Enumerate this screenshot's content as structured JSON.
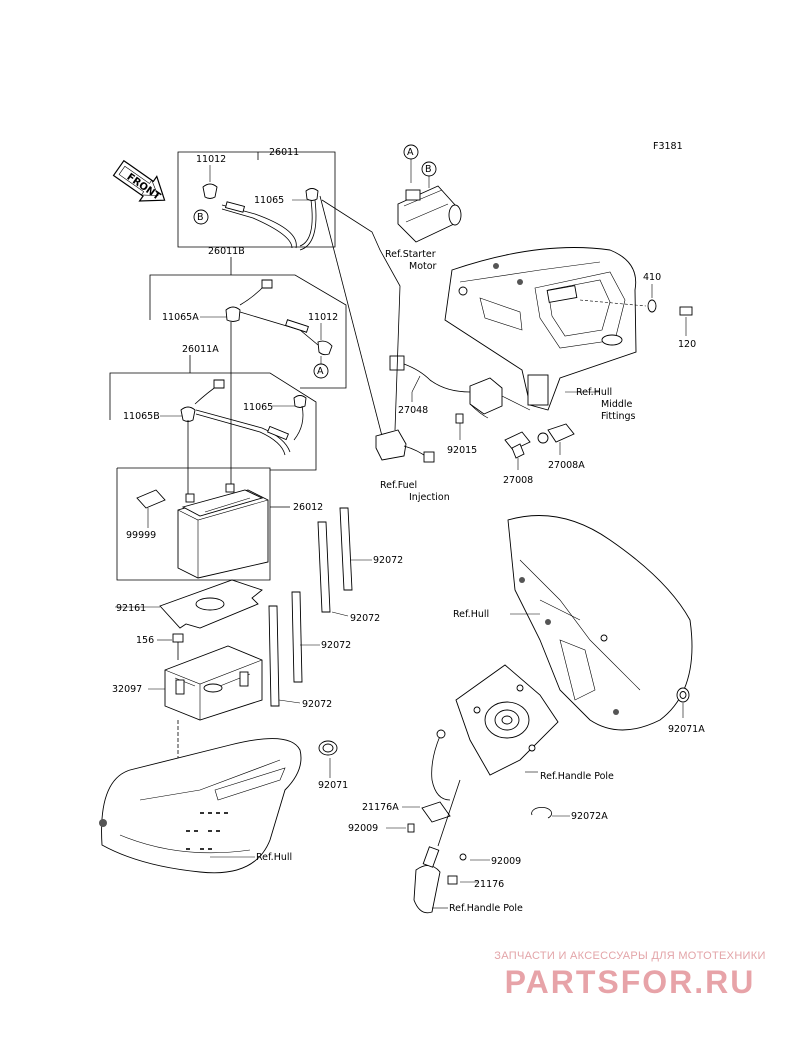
{
  "figure_id": "F3181",
  "front_label": "FRONT",
  "callout_letters": {
    "a": "A",
    "b": "B"
  },
  "parts": {
    "p26011": "26011",
    "p11012_top": "11012",
    "p11065_top": "11065",
    "p26011B": "26011B",
    "p11065A": "11065A",
    "p11012_mid": "11012",
    "p26011A": "26011A",
    "p11065B": "11065B",
    "p11065_mid": "11065",
    "p26012": "26012",
    "p99999": "99999",
    "p92072_1": "92072",
    "p92072_2": "92072",
    "p92072_3": "92072",
    "p92072_4": "92072",
    "p92161": "92161",
    "p156": "156",
    "p32097": "32097",
    "p92071": "92071",
    "p410": "410",
    "p120": "120",
    "p27048": "27048",
    "p92015": "92015",
    "p27008": "27008",
    "p27008A": "27008A",
    "p92071A": "92071A",
    "p21176A": "21176A",
    "p92009_1": "92009",
    "p92009_2": "92009",
    "p21176": "21176",
    "p92072A": "92072A"
  },
  "refs": {
    "starter_1": "Ref.Starter",
    "starter_2": "Motor",
    "hull_mid_1": "Ref.Hull",
    "hull_mid_2": "Middle",
    "hull_mid_3": "Fittings",
    "fuel_1": "Ref.Fuel",
    "fuel_2": "Injection",
    "hull_a": "Ref.Hull",
    "hull_b": "Ref.Hull",
    "handle_pole_a": "Ref.Handle Pole",
    "handle_pole_b": "Ref.Handle Pole"
  },
  "watermark": {
    "tagline": "ЗАПЧАСТИ И АКСЕССУАРЫ ДЛЯ МОТОТЕХНИКИ",
    "brand": "PARTSFOR.RU",
    "color": "#e0858c"
  }
}
